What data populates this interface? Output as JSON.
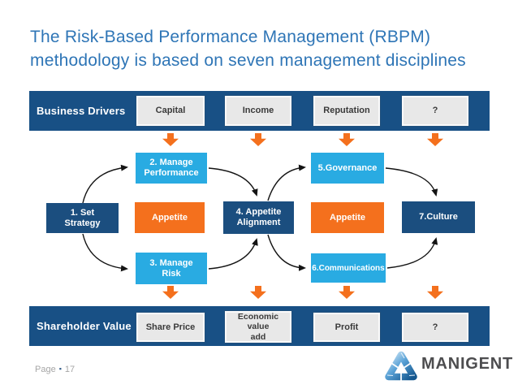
{
  "title": {
    "line1": "The Risk-Based Performance Management (RBPM)",
    "line2": "methodology is based on seven management disciplines"
  },
  "colors": {
    "title_blue": "#2E75B6",
    "band_navy": "#185085",
    "box_navy": "#1B4E7F",
    "light_blue": "#29ABE2",
    "orange": "#F4701D",
    "gray_box": "#E8E8E8",
    "logo_gray": "#4D4D4F"
  },
  "business_drivers": {
    "label": "Business Drivers",
    "boxes": [
      [
        "Capital"
      ],
      [
        "Income"
      ],
      [
        "Reputation"
      ],
      [
        "?"
      ]
    ]
  },
  "shareholder_value": {
    "label": "Shareholder Value",
    "boxes": [
      [
        "Share Price"
      ],
      [
        "Economic value",
        "add"
      ],
      [
        "Profit"
      ],
      [
        "?"
      ]
    ]
  },
  "disciplines": {
    "set_strategy": [
      "1. Set",
      "Strategy"
    ],
    "manage_performance": [
      "2. Manage",
      "Performance"
    ],
    "manage_risk": [
      "3. Manage",
      "Risk"
    ],
    "appetite_left": [
      "Appetite"
    ],
    "appetite_alignment": [
      "4. Appetite",
      "Alignment"
    ],
    "appetite_right": [
      "Appetite"
    ],
    "governance": [
      "5.Governance"
    ],
    "communications": [
      "6.Communications"
    ],
    "culture": [
      "7.Culture"
    ]
  },
  "footer": {
    "page_label": "Page",
    "separator": "▪",
    "page_number": "17"
  },
  "logo": {
    "text": "MANIGENT"
  }
}
